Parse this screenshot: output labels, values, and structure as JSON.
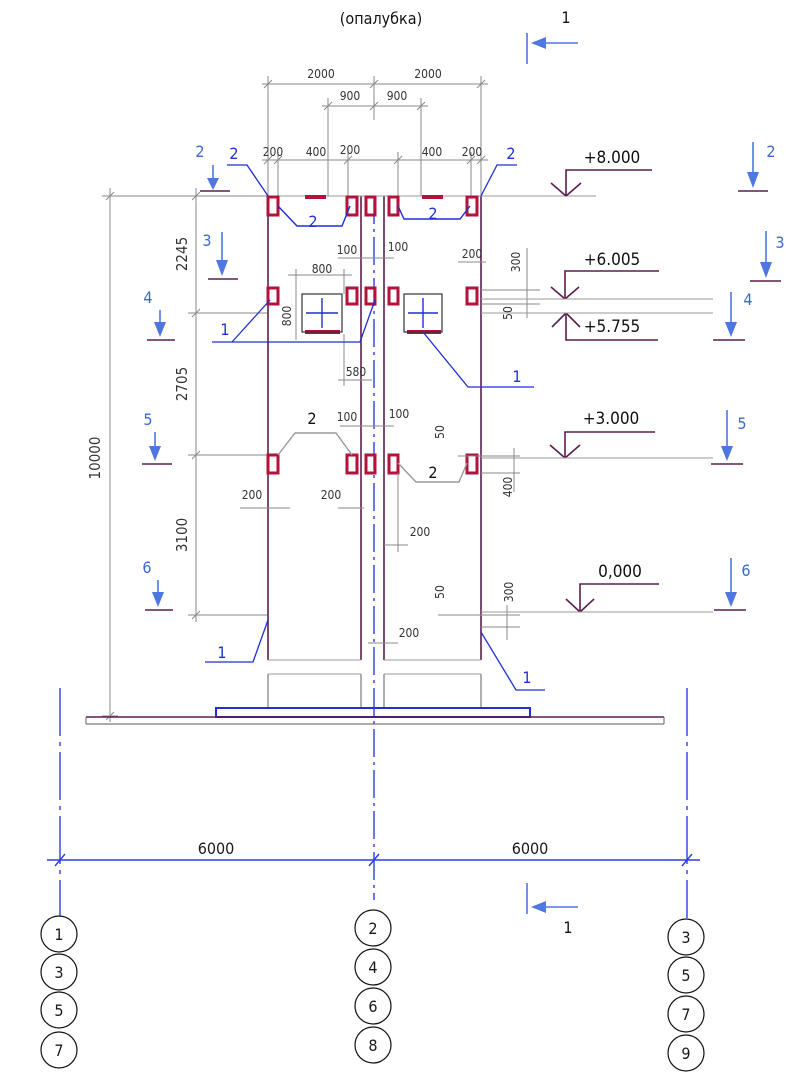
{
  "title": "(опалубка)",
  "section_marks": {
    "top": "1",
    "bottom": "1"
  },
  "top_dims": {
    "half_left": "2000",
    "half_right": "2000",
    "inner_left": "900",
    "inner_right": "900",
    "cols": [
      "200",
      "400",
      "200",
      "400",
      "200"
    ]
  },
  "left_dims": {
    "total": "10000",
    "d1": "2245",
    "d2": "2705",
    "d3": "3100"
  },
  "elevations": [
    "+8.000",
    "+6.005",
    "+5.755",
    "+3.000",
    "0,000"
  ],
  "section_cuts_left": [
    "2",
    "3",
    "4",
    "5",
    "6"
  ],
  "section_cuts_right": [
    "2",
    "3",
    "4",
    "5",
    "6"
  ],
  "marks": {
    "m1": "1",
    "m2": "2"
  },
  "small_dims": {
    "d100": "100",
    "d200": "200",
    "d800": "800",
    "d580": "580",
    "d300": "300",
    "d50": "50",
    "d400": "400"
  },
  "bottom_dims": {
    "left": "6000",
    "right": "6000"
  },
  "axes": {
    "left": [
      "1",
      "3",
      "5",
      "7"
    ],
    "center": [
      "2",
      "4",
      "6",
      "8"
    ],
    "right": [
      "3",
      "5",
      "7",
      "9"
    ]
  }
}
